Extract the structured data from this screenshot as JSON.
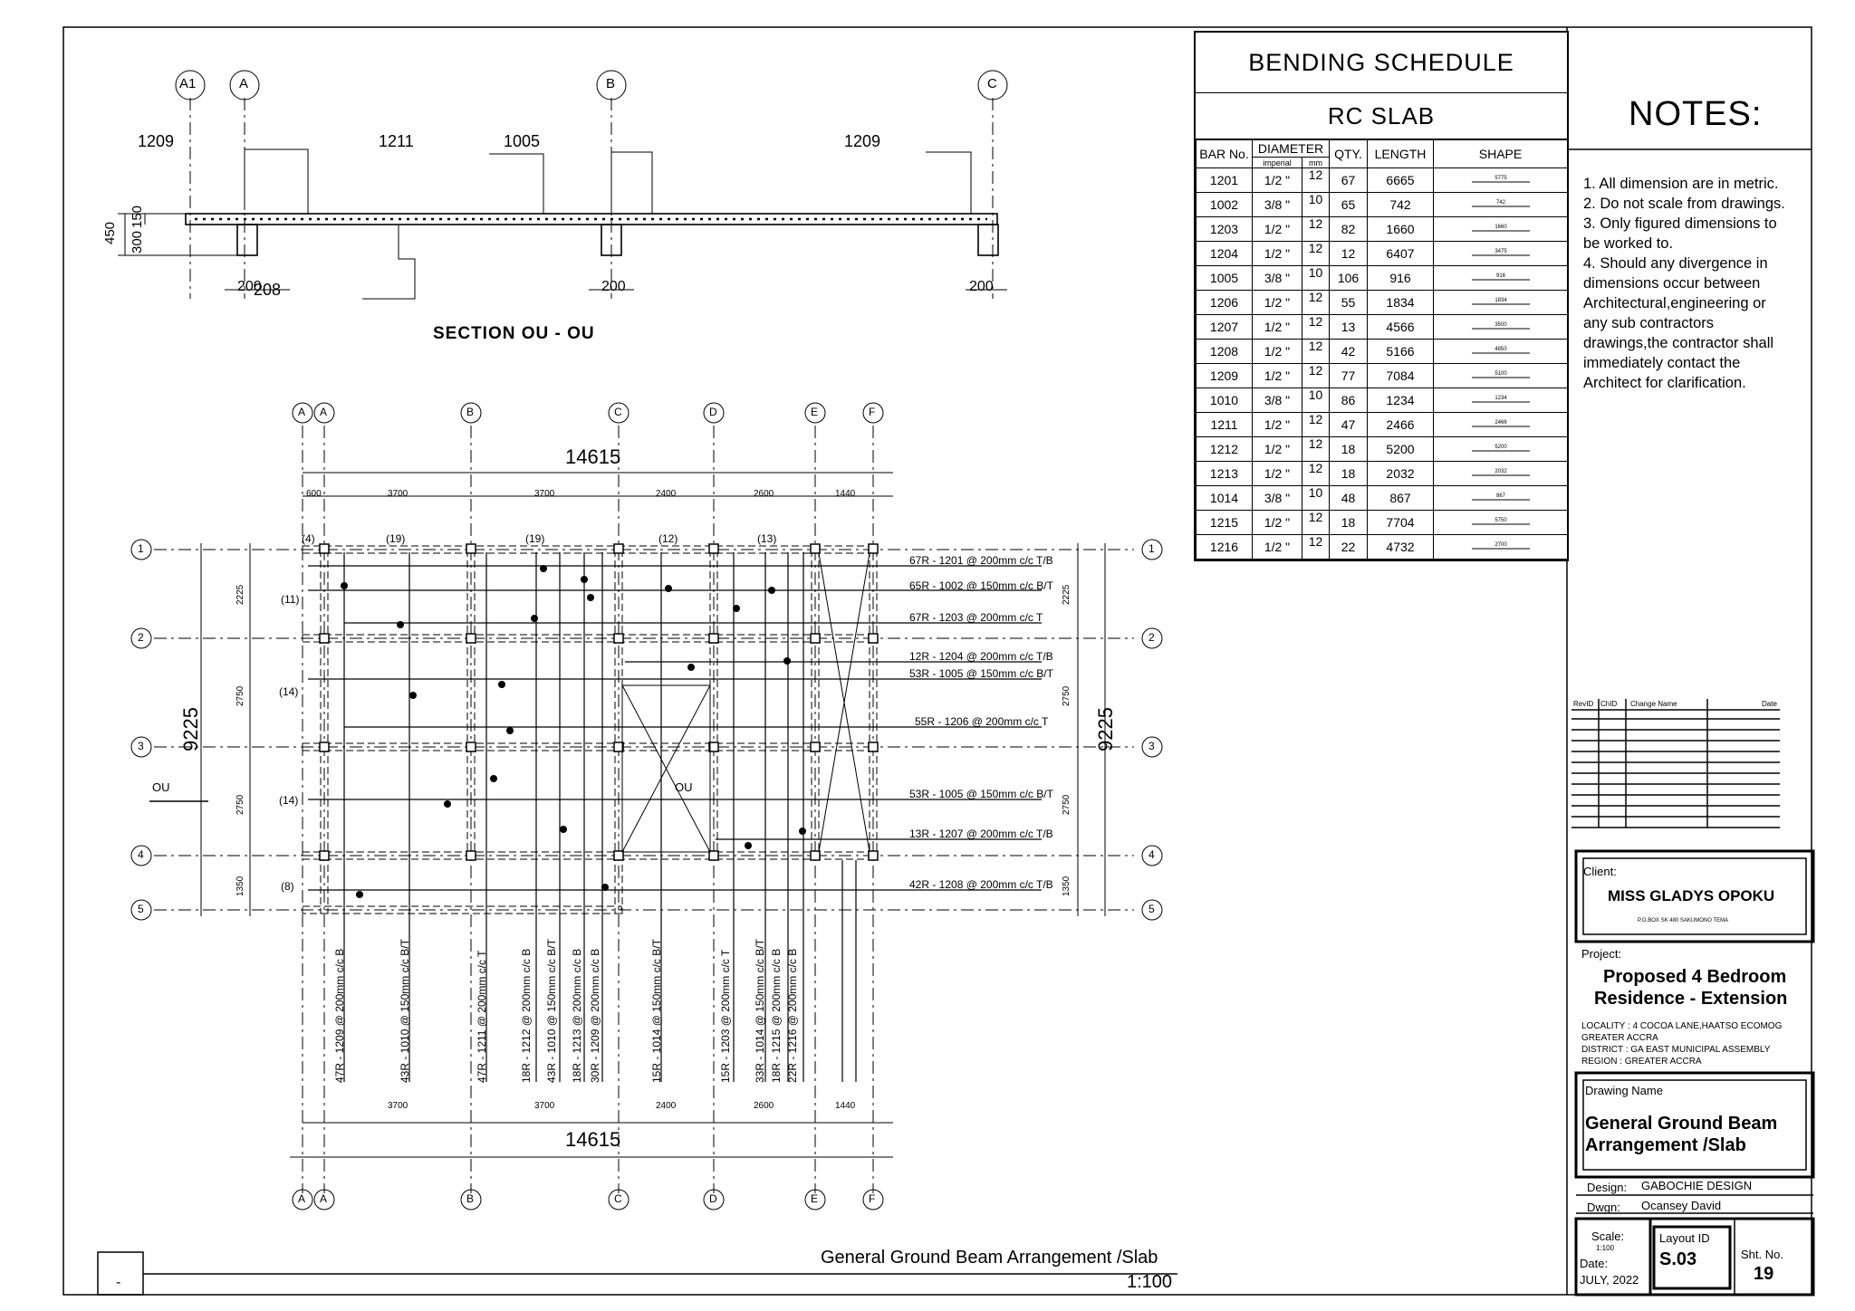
{
  "section": {
    "title": "SECTION  OU - OU",
    "grid_labels": [
      "A1",
      "A",
      "B",
      "C"
    ],
    "span_dims": [
      "1209",
      "1211",
      "1005",
      "1209"
    ],
    "depth_dims": [
      "450",
      "300",
      "150"
    ],
    "beam_width_dims": [
      "200",
      "208",
      "200",
      "200"
    ]
  },
  "plan": {
    "grid_top": [
      "A",
      "A",
      "B",
      "C",
      "D",
      "E",
      "F"
    ],
    "grid_rows": [
      "1",
      "2",
      "3",
      "4",
      "5"
    ],
    "overall_width": "14615",
    "overall_height": "9225",
    "top_dims": [
      "600",
      "3700",
      "3700",
      "2400",
      "2600",
      "1440"
    ],
    "bottom_dims": [
      "3700",
      "3700",
      "2400",
      "2600",
      "1440"
    ],
    "left_dims": [
      "2225",
      "2750",
      "2750",
      "1350"
    ],
    "right_dims": [
      "2225",
      "2750",
      "2750",
      "1350"
    ],
    "bay_counts_top": [
      "(4)",
      "(19)",
      "(19)",
      "(12)",
      "(13)"
    ],
    "bay_counts_left": [
      "(11)",
      "(14)",
      "(14)",
      "(8)"
    ],
    "section_mark": "OU",
    "bar_labels_h": [
      "67R - 1201 @ 200mm c/c  T/B",
      "65R - 1002 @ 150mm c/c  B/T",
      "67R - 1203 @ 200mm c/c  T",
      "12R - 1204 @ 200mm c/c  T/B",
      "53R - 1005 @ 150mm c/c  B/T",
      "55R - 1206 @ 200mm c/c  T",
      "53R - 1005 @ 150mm c/c  B/T",
      "13R - 1207 @ 200mm c/c  T/B",
      "42R - 1208 @ 200mm c/c  T/B"
    ],
    "bar_labels_v": [
      "47R - 1209 @ 200mm c/c  B",
      "43R - 1010 @ 150mm c/c  B/T",
      "47R - 1211 @ 200mm c/c  T",
      "18R - 1212 @ 200mm c/c  B",
      "43R - 1010 @ 150mm c/c  B/T",
      "18R - 1213 @ 200mm c/c  B",
      "30R - 1209 @ 200mm c/c  B",
      "15R - 1014 @ 150mm c/c  B/T",
      "15R - 1203 @ 200mm c/c  T",
      "33R - 1014 @ 150mm c/c  B/T",
      "18R - 1215 @ 200mm c/c  B",
      "22R - 1216 @ 200mm c/c  B"
    ]
  },
  "schedule": {
    "title": "BENDING  SCHEDULE",
    "subtitle": "RC  SLAB",
    "headers": {
      "bar_no": "BAR  No.",
      "diameter": "DIAMETER",
      "imperial": "imperial",
      "mm": "mm",
      "qty": "QTY.",
      "length": "LENGTH",
      "shape": "SHAPE"
    },
    "rows": [
      {
        "bar": "1201",
        "imperial": "1/2 \"",
        "mm": "12",
        "qty": "67",
        "length": "6665",
        "shape": "5775"
      },
      {
        "bar": "1002",
        "imperial": "3/8 \"",
        "mm": "10",
        "qty": "65",
        "length": "742",
        "shape": "742"
      },
      {
        "bar": "1203",
        "imperial": "1/2 \"",
        "mm": "12",
        "qty": "82",
        "length": "1660",
        "shape": "1660"
      },
      {
        "bar": "1204",
        "imperial": "1/2 \"",
        "mm": "12",
        "qty": "12",
        "length": "6407",
        "shape": "3475"
      },
      {
        "bar": "1005",
        "imperial": "3/8 \"",
        "mm": "10",
        "qty": "106",
        "length": "916",
        "shape": "916"
      },
      {
        "bar": "1206",
        "imperial": "1/2 \"",
        "mm": "12",
        "qty": "55",
        "length": "1834",
        "shape": "1834"
      },
      {
        "bar": "1207",
        "imperial": "1/2 \"",
        "mm": "12",
        "qty": "13",
        "length": "4566",
        "shape": "3500"
      },
      {
        "bar": "1208",
        "imperial": "1/2 \"",
        "mm": "12",
        "qty": "42",
        "length": "5166",
        "shape": "4850"
      },
      {
        "bar": "1209",
        "imperial": "1/2 \"",
        "mm": "12",
        "qty": "77",
        "length": "7084",
        "shape": "5100"
      },
      {
        "bar": "1010",
        "imperial": "3/8 \"",
        "mm": "10",
        "qty": "86",
        "length": "1234",
        "shape": "1234"
      },
      {
        "bar": "1211",
        "imperial": "1/2 \"",
        "mm": "12",
        "qty": "47",
        "length": "2466",
        "shape": "2466"
      },
      {
        "bar": "1212",
        "imperial": "1/2 \"",
        "mm": "12",
        "qty": "18",
        "length": "5200",
        "shape": "5200"
      },
      {
        "bar": "1213",
        "imperial": "1/2 \"",
        "mm": "12",
        "qty": "18",
        "length": "2032",
        "shape": "2032"
      },
      {
        "bar": "1014",
        "imperial": "3/8 \"",
        "mm": "10",
        "qty": "48",
        "length": "867",
        "shape": "867"
      },
      {
        "bar": "1215",
        "imperial": "1/2 \"",
        "mm": "12",
        "qty": "18",
        "length": "7704",
        "shape": "5750"
      },
      {
        "bar": "1216",
        "imperial": "1/2 \"",
        "mm": "12",
        "qty": "22",
        "length": "4732",
        "shape": "2700"
      }
    ]
  },
  "notes": {
    "title": "NOTES:",
    "items": [
      "1. All dimension are in metric.",
      "2. Do not scale from drawings.",
      "3. Only figured dimensions to",
      "be worked to.",
      "4. Should any divergence in",
      "dimensions occur between",
      "Architectural,engineering or",
      "any sub contractors",
      "drawings,the contractor shall",
      "immediately contact the",
      "Architect for clarification."
    ]
  },
  "revisions": {
    "headers": [
      "RevID",
      "ChID",
      "Change Name",
      "Date"
    ]
  },
  "title_block": {
    "client_label": "Client:",
    "client_name": "MISS GLADYS OPOKU",
    "client_address": "P.O.BOX SK 480 SAKUMONO TEMA",
    "project_label": "Project:",
    "project_line1": "Proposed 4 Bedroom",
    "project_line2": "Residence - Extension",
    "locality": "LOCALITY :  4 COCOA LANE,HAATSO ECOMOG",
    "locality2": "GREATER ACCRA",
    "district": "DISTRICT  : GA EAST MUNICIPAL ASSEMBLY",
    "region": "REGION   : GREATER ACCRA",
    "drawing_name_label": "Drawing Name",
    "drawing_name_line1": "General Ground Beam",
    "drawing_name_line2": "Arrangement /Slab",
    "design_label": "Design:",
    "design_value": "GABOCHIE DESIGN",
    "dwgn_label": "Dwgn:",
    "dwgn_value": "Ocansey David",
    "scale_label": "Scale:",
    "scale_value": "1:100",
    "date_label": "Date:",
    "date_value": "JULY, 2022",
    "layout_label": "Layout ID",
    "layout_value": "S.03",
    "sheet_label": "Sht. No.",
    "sheet_value": "19"
  },
  "footer": {
    "title": "General Ground Beam Arrangement /Slab",
    "scale": "1:100",
    "rev": "-"
  }
}
